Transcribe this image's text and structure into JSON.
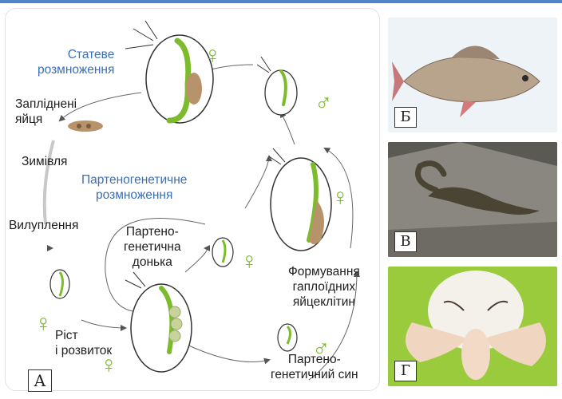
{
  "diagram": {
    "labels": {
      "sexual": "Статеве\nрозмноження",
      "fertilized": "Запліднені\nяйця",
      "overwinter": "Зимівля",
      "parthenogenetic": "Партеногенетичне\nрозмноження",
      "hatching": "Вилуплення",
      "parth_daughter": "Партено-\nгенетична\nдонька",
      "growth": "Ріст\nі розвиток",
      "haploid": "Формування\nгаплоїдних\nяйцеклітин",
      "parth_son": "Партено-\nгенетичний син"
    },
    "female_symbol": "♀",
    "male_symbol": "♂",
    "tag": "А"
  },
  "photos": [
    {
      "tag": "Б",
      "subject": "fish",
      "bg": "#eef3f7"
    },
    {
      "tag": "В",
      "subject": "lizard",
      "bg": "#7d7a74"
    },
    {
      "tag": "Г",
      "subject": "silkworm-moth",
      "bg": "#9acb3c"
    }
  ],
  "colors": {
    "accent_bar": "#4f87c8",
    "blue_label": "#3a6fb5",
    "symbol_green": "#7cbc2c",
    "gut_green": "#7cbc2c",
    "egg_brown": "#b8926a"
  }
}
